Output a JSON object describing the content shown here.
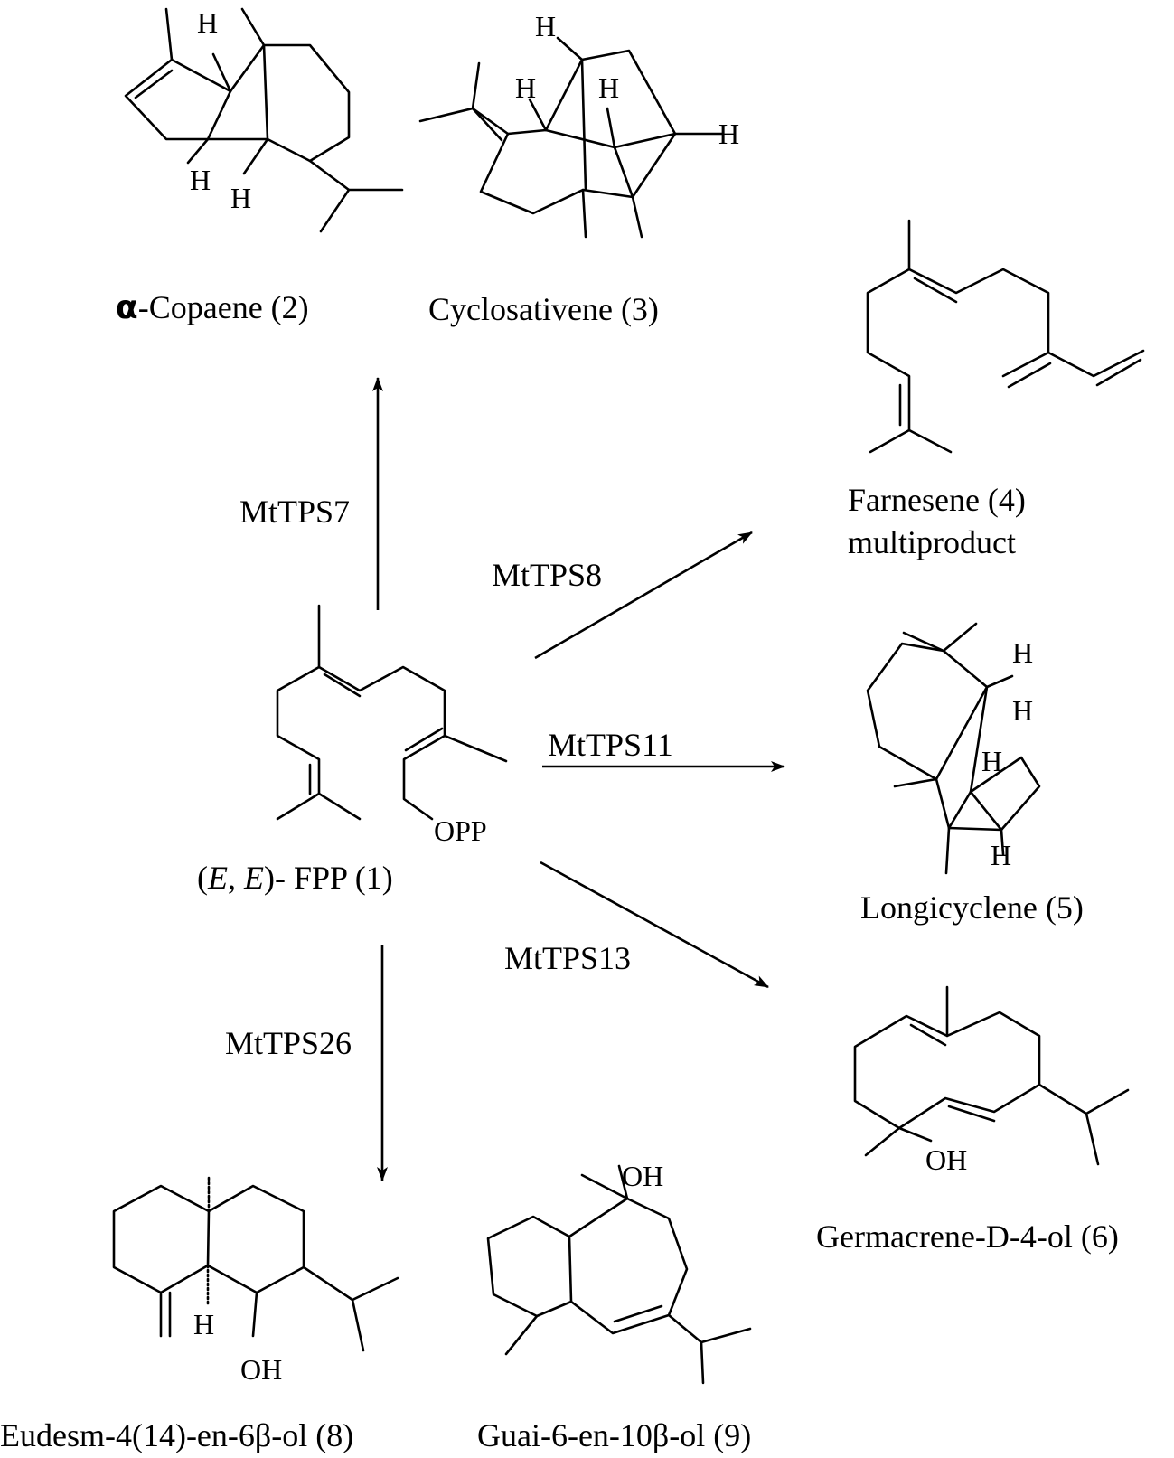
{
  "compounds": {
    "fpp": {
      "prefix": "(",
      "e1": "E",
      "sep": ", ",
      "e2": "E",
      "suffix": ")- FPP (1)",
      "group": "OPP"
    },
    "copaene": {
      "greek": "α",
      "name": "-Copaene (2)"
    },
    "cyclosativene": {
      "name": "Cyclosativene (3)"
    },
    "farnesene": {
      "name": "Farnesene (4)",
      "note": "multiproduct"
    },
    "longicyclene": {
      "name": "Longicyclene (5)"
    },
    "germacrene": {
      "name": "Germacrene-D-4-ol (6)",
      "group": "OH"
    },
    "eudesm": {
      "name": "Eudesm-4(14)-en-6β-ol (8)",
      "group": "OH"
    },
    "guai": {
      "name": "Guai-6-en-10β-ol (9)",
      "group": "OH"
    }
  },
  "enzymes": {
    "tps7": "MtTPS7",
    "tps8": "MtTPS8",
    "tps11": "MtTPS11",
    "tps13": "MtTPS13",
    "tps26": "MtTPS26"
  },
  "atoms": {
    "h": "H"
  }
}
